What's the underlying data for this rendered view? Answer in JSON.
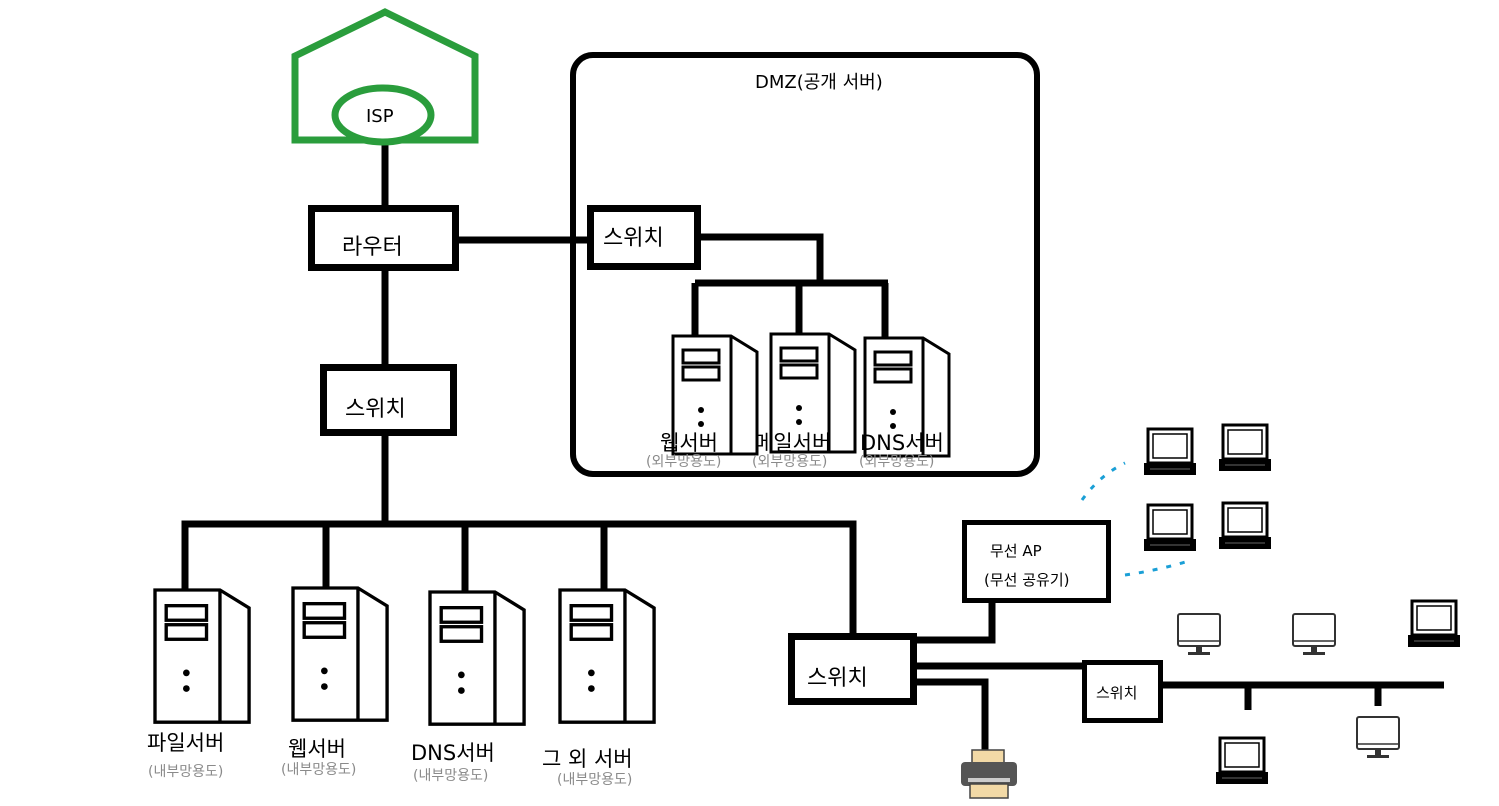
{
  "isp": {
    "label": "ISP"
  },
  "router": {
    "label": "라우터"
  },
  "dmz": {
    "title": "DMZ(공개 서버)",
    "switch_label": "스위치",
    "servers": [
      {
        "name": "웹서버",
        "usage": "(외부망용도)"
      },
      {
        "name": "메일서버",
        "usage": "(외부망용도)"
      },
      {
        "name": "DNS서버",
        "usage": "(외부망용도)"
      }
    ]
  },
  "internal": {
    "switch_label": "스위치",
    "servers": [
      {
        "name": "파일서버",
        "usage": "(내부망용도)"
      },
      {
        "name": "웹서버",
        "usage": "(내부망용도)"
      },
      {
        "name": "DNS서버",
        "usage": "(내부망용도)"
      },
      {
        "name": "그 외 서버",
        "usage": "(내부망용도)"
      }
    ]
  },
  "lan": {
    "switch_label": "스위치",
    "sub_switch_label": "스위치",
    "ap_line1": "무선 AP",
    "ap_line2": "(무선 공유기)"
  },
  "colors": {
    "isp": "#2a9d3c",
    "wifi": "#1a9fd6",
    "line": "#000000",
    "usage_text": "#8a8a8a"
  }
}
